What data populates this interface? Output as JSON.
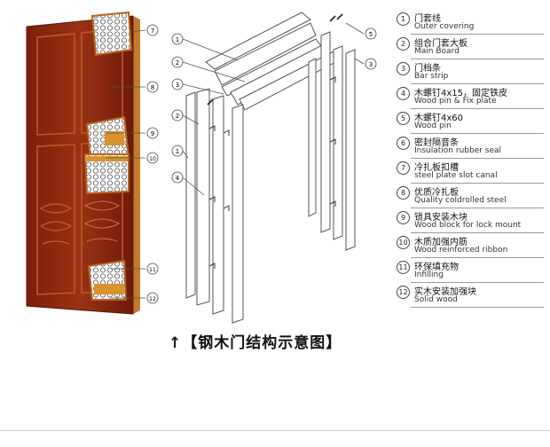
{
  "legend": [
    {
      "num": "1",
      "zh": "门套线",
      "en": "Outer covering"
    },
    {
      "num": "2",
      "zh": "组合门套大板",
      "en": "Main Board"
    },
    {
      "num": "3",
      "zh": "门档条",
      "en": "Bar strip"
    },
    {
      "num": "4",
      "zh": "木螺钉4x15，固定铁皮",
      "en": "Wood pin & Fix plate"
    },
    {
      "num": "5",
      "zh": "木螺钉4x60",
      "en": "Wood pin"
    },
    {
      "num": "6",
      "zh": "密封隔音条",
      "en": "Insulation rubber seal"
    },
    {
      "num": "7",
      "zh": "冷扎板扣槽",
      "en": "steel plate slot canal"
    },
    {
      "num": "8",
      "zh": "优质冷扎板",
      "en": "Quality coldrolled steel"
    },
    {
      "num": "9",
      "zh": "锁具安装木块",
      "en": "Wood block for lock mount"
    },
    {
      "num": "10",
      "zh": "木质加强内筋",
      "en": "Wood reinforced ribbon"
    },
    {
      "num": "11",
      "zh": "环保填充物",
      "en": "Infilling"
    },
    {
      "num": "12",
      "zh": "实木安装加强块",
      "en": "Solid wood"
    }
  ],
  "caption": "↑【钢木门结构示意图】",
  "callouts": {
    "door": [
      "7",
      "8",
      "9",
      "10",
      "11",
      "12"
    ],
    "frame_left": [
      "1",
      "2",
      "3",
      "2",
      "1",
      "4"
    ],
    "frame_right": [
      "5",
      "3"
    ]
  },
  "colors": {
    "door_main": "#8a2a10",
    "door_edge": "#b8641c",
    "frame_line": "#555555"
  }
}
